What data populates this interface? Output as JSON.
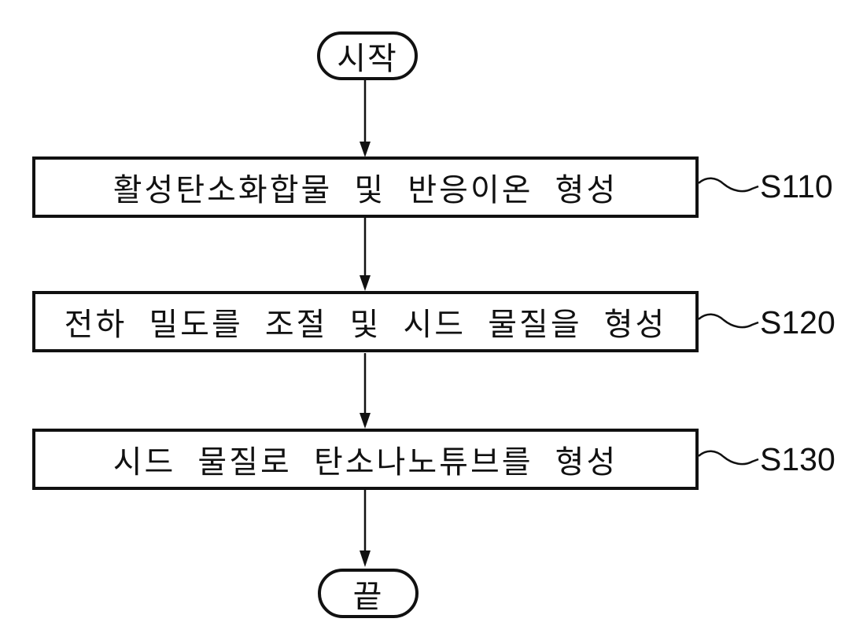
{
  "colors": {
    "background": "#ffffff",
    "line": "#111111",
    "text": "#111111"
  },
  "flowchart": {
    "start": {
      "label": "시작"
    },
    "steps": [
      {
        "text": "활성탄소화합물 및 반응이온 형성",
        "step_id": "S110"
      },
      {
        "text": "전하 밀도를 조절 및 시드 물질을 형성",
        "step_id": "S120"
      },
      {
        "text": "시드 물질로 탄소나노튜브를 형성",
        "step_id": "S130"
      }
    ],
    "end": {
      "label": "끝"
    }
  }
}
